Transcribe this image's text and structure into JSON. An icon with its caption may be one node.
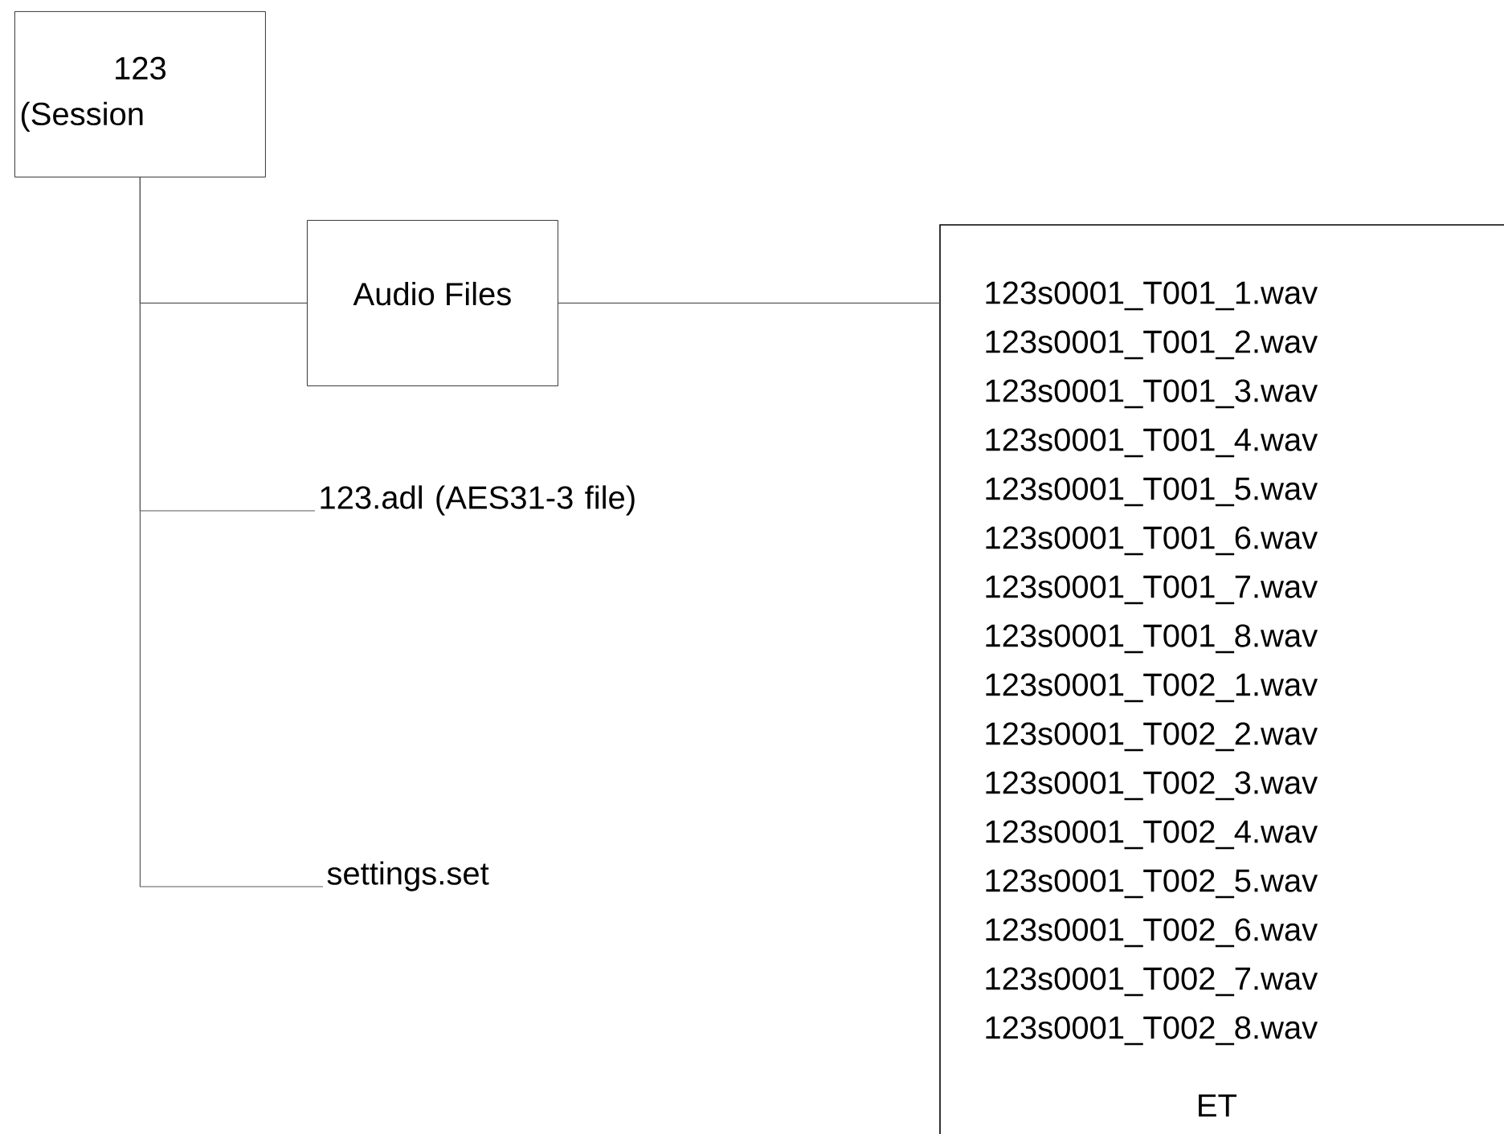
{
  "diagram": {
    "nodes": [
      {
        "text": [
          "123",
          "(Session"
        ]
      },
      {
        "text": [
          "Audio Files"
        ]
      },
      {
        "text": [
          "123.adl (AES31-3 file)"
        ]
      },
      {
        "text": [
          "settings.set"
        ]
      },
      {
        "text": [
          "123s0001_T001_1.wav",
          "123s0001_T001_2.wav",
          "123s0001_T001_3.wav",
          "123s0001_T001_4.wav",
          "123s0001_T001_5.wav",
          "123s0001_T001_6.wav",
          "123s0001_T001_7.wav",
          "123s0001_T001_8.wav",
          "123s0001_T002_1.wav",
          "123s0001_T002_2.wav",
          "123s0001_T002_3.wav",
          "123s0001_T002_4.wav",
          "123s0001_T002_5.wav",
          "123s0001_T002_6.wav",
          "123s0001_T002_7.wav",
          "123s0001_T002_8.wav",
          "ET"
        ]
      }
    ],
    "edges": [
      {
        "from": 0,
        "to": 1,
        "arrow": "none"
      },
      {
        "from": 0,
        "to": 2,
        "arrow": "none"
      },
      {
        "from": 0,
        "to": 3,
        "arrow": "none"
      },
      {
        "from": 1,
        "to": 4,
        "arrow": "none"
      }
    ]
  }
}
